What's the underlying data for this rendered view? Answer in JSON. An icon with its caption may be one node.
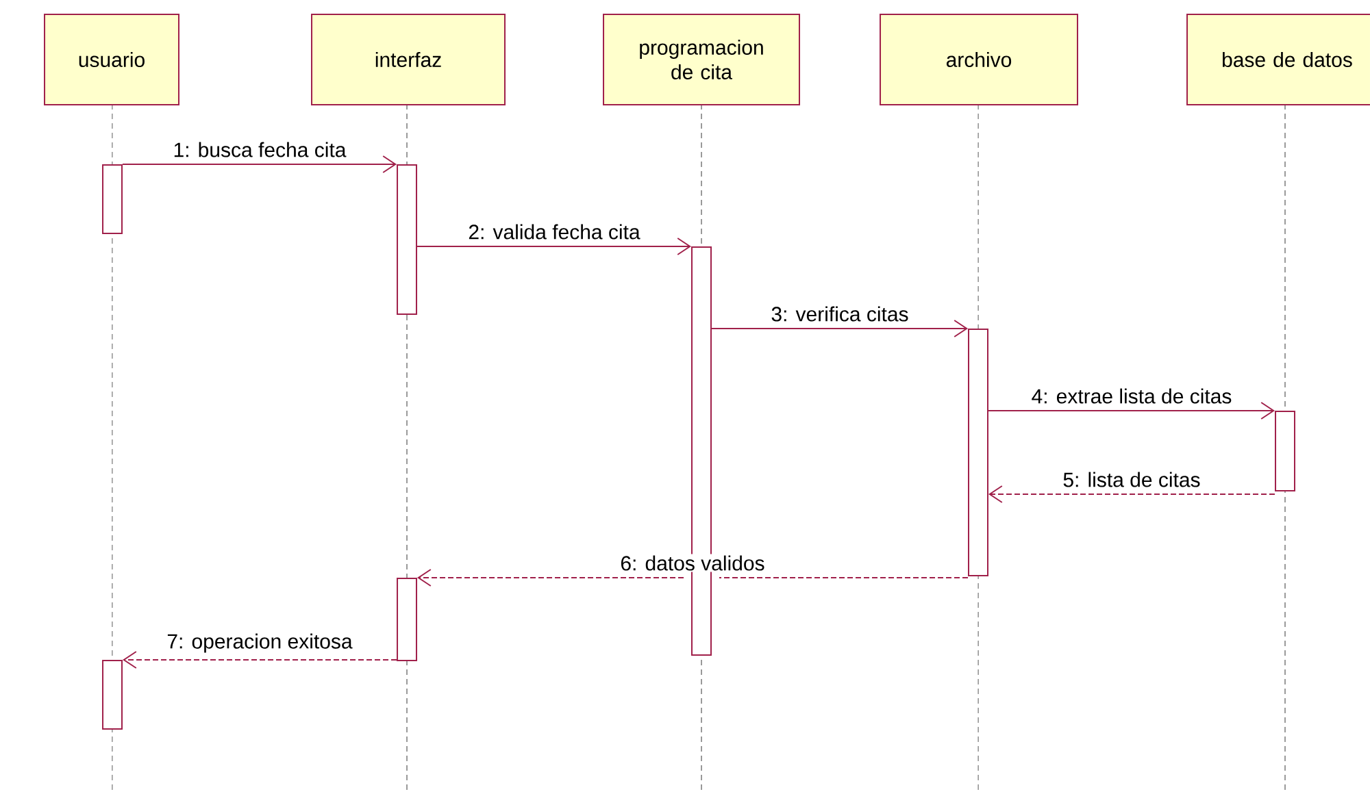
{
  "diagram": {
    "nodes": [
      {
        "text": [
          "usuario"
        ]
      },
      {
        "text": [
          "interfaz"
        ]
      },
      {
        "text": [
          "programacion de cita"
        ]
      },
      {
        "text": [
          "archivo"
        ]
      },
      {
        "text": [
          "base de datos"
        ]
      },
      {
        "text": [],
        "shape": "bar"
      },
      {
        "text": [],
        "shape": "bar"
      },
      {
        "text": [],
        "shape": "bar"
      },
      {
        "text": [],
        "shape": "bar"
      },
      {
        "text": [],
        "shape": "bar"
      },
      {
        "text": [],
        "shape": "bar"
      },
      {
        "text": [],
        "shape": "bar"
      }
    ],
    "edges": [
      {
        "from": 5,
        "to": 6,
        "arrow": "to",
        "label": "1: busca fecha cita"
      },
      {
        "from": 6,
        "to": 7,
        "arrow": "to",
        "label": "2: valida fecha cita"
      },
      {
        "from": 7,
        "to": 8,
        "arrow": "to",
        "label": "3: verifica citas"
      },
      {
        "from": 8,
        "to": 9,
        "arrow": "to",
        "label": "4: extrae lista de citas"
      },
      {
        "from": 9,
        "to": 8,
        "arrow": "to",
        "label": "5: lista de citas",
        "style": "dashed"
      },
      {
        "from": 8,
        "to": 10,
        "arrow": "to",
        "label": "6: datos validos",
        "style": "dashed"
      },
      {
        "from": 10,
        "to": 11,
        "arrow": "to",
        "label": "7: operacion exitosa",
        "style": "dashed"
      }
    ]
  }
}
